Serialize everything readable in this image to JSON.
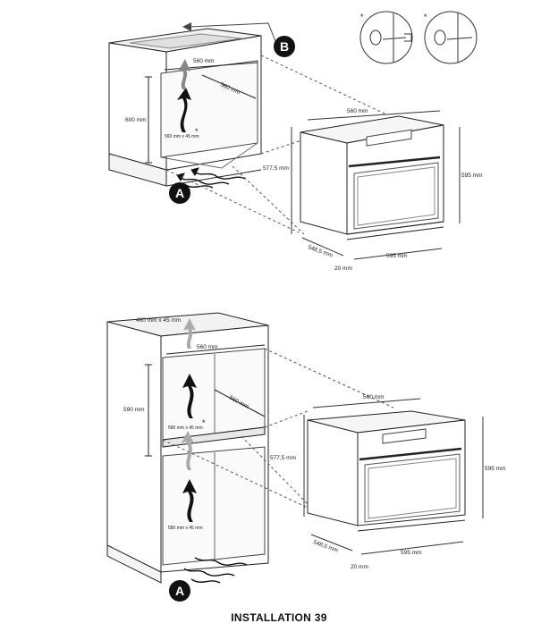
{
  "top": {
    "cab_width_top": "560 mm",
    "cab_depth": "560 mm",
    "cab_height": "600 mm",
    "vent": "560 mm x 45 mm",
    "oven_width": "560 mm",
    "oven_height": "577,5 mm",
    "oven_total_height": "595 mm",
    "oven_depth": "548,5 mm",
    "oven_width_bottom": "595 mm",
    "door": "20 mm",
    "label_a": "A",
    "label_b": "B",
    "note_star": "*"
  },
  "bottom": {
    "top_vent": "460 mm x 45 mm",
    "cab_width_top": "560 mm",
    "cab_depth": "560 mm",
    "cab_height": "590 mm",
    "vent_upper": "580 mm x 45 mm",
    "vent_lower": "580 mm x 45 mm",
    "oven_width": "560 mm",
    "oven_height": "577,5 mm",
    "oven_total_height": "595 mm",
    "oven_depth": "548,5 mm",
    "oven_width_bottom": "595 mm",
    "door": "20 mm",
    "label_a": "A",
    "note_star": "*"
  },
  "footer": "INSTALLATION 39"
}
